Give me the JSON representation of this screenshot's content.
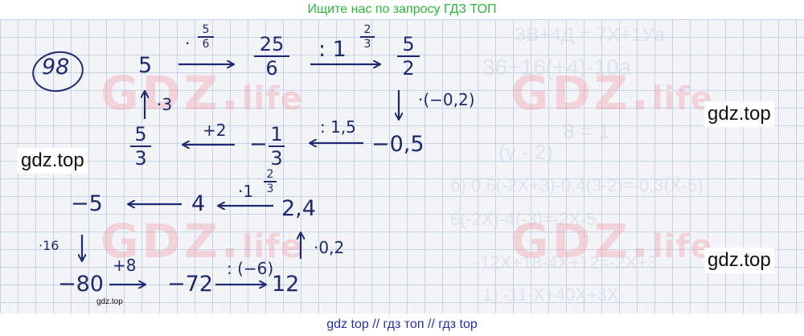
{
  "header": {
    "text": "Ищите нас по запросу ГДЗ ТОП"
  },
  "footer": {
    "text": "gdz top  //  гдз топ  //  гдз top"
  },
  "watermarks": [
    "GDZ.",
    "life",
    "GDZ.",
    "life",
    "GDZ.",
    "life",
    "GDZ.",
    "life"
  ],
  "site_labels": {
    "left": "gdz.top",
    "right_top": "gdz.top",
    "right_bottom": "gdz.top",
    "small": "gdz.top"
  },
  "problem": {
    "number": "98",
    "row1": {
      "start": "5",
      "op1": {
        "prefix": "·",
        "num": "5",
        "den": "6"
      },
      "v2": {
        "num": "25",
        "den": "6"
      },
      "op2": {
        "prefix": ": 1",
        "num": "2",
        "den": "3"
      },
      "v3": {
        "num": "5",
        "den": "2"
      }
    },
    "op_down": "·(−0,2)",
    "op_up_left": "·3",
    "row2": {
      "v_left": {
        "num": "5",
        "den": "3"
      },
      "op_add": "+2",
      "minus": "−",
      "v_mid": {
        "num": "1",
        "den": "3"
      },
      "op_div": ": 1,5",
      "v_right": "−0,5"
    },
    "row3": {
      "v_left": "−5",
      "v_mid": "4",
      "op_mul": {
        "prefix": "·1",
        "num": "2",
        "den": "3"
      },
      "v_right": "2,4"
    },
    "op_down2": "·16",
    "op_up2": "·0,2",
    "row4": {
      "v_left": "−80",
      "op_add": "+8",
      "v_mid": "−72",
      "op_div": ": (−6)",
      "v_right": "12"
    }
  },
  "ghost_text": [
    "ЗВ+4Д = 7Х+1Уа",
    "36+16(+4)-10а",
    "8 = 1",
    "(у - 2)",
    "б) 0,6(-2Х+3)-0,4(3-2)=-0,3(Х-5)",
    "6(-2Х)-4(-3)=-2Х-5",
    "-12Х+18-4Х+12=-2Х+3",
    "1) -11-Х+40Х+3Х"
  ]
}
